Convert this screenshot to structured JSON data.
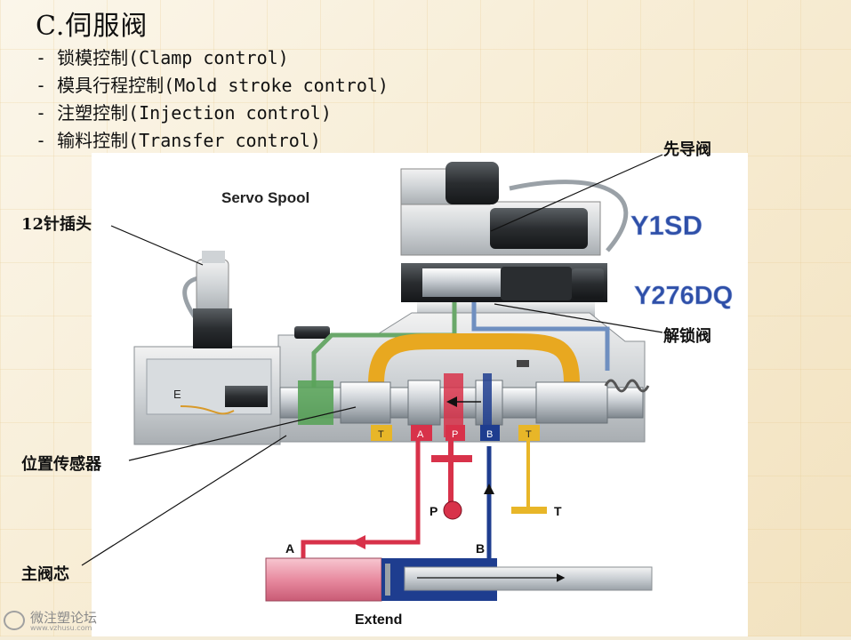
{
  "slide": {
    "title": "C.伺服阀",
    "bullets": [
      "- 锁模控制(Clamp control)",
      "- 模具行程控制(Mold stroke control)",
      "- 注塑控制(Injection control)",
      "- 输料控制(Transfer control)"
    ]
  },
  "diagram": {
    "heading": "Servo Spool",
    "model_1": "Y1SD",
    "model_2": "Y276DQ",
    "footer": "Extend",
    "port_labels": {
      "t_left": "T",
      "a": "A",
      "p": "P",
      "b": "B",
      "t_right": "T",
      "pump": "P",
      "tank": "T",
      "cyl_a": "A",
      "cyl_b": "B"
    },
    "sensor_mark": "E"
  },
  "callouts": {
    "pilot_valve": "先导阀",
    "connector": "12针插头",
    "unlock_valve": "解锁阀",
    "position_sensor": "位置传感器",
    "main_spool": "主阀芯"
  },
  "watermark": {
    "name": "微注塑论坛",
    "url": "www.vzhusu.com"
  },
  "colors": {
    "pressure": "#d8324a",
    "cylinder_a": "#d8324a",
    "cylinder_b": "#1e3d8f",
    "tank": "#e8b628",
    "pilot_green": "#6aa86a",
    "pilot_blue": "#6f8fc0",
    "model_text": "#2e4fa8"
  }
}
